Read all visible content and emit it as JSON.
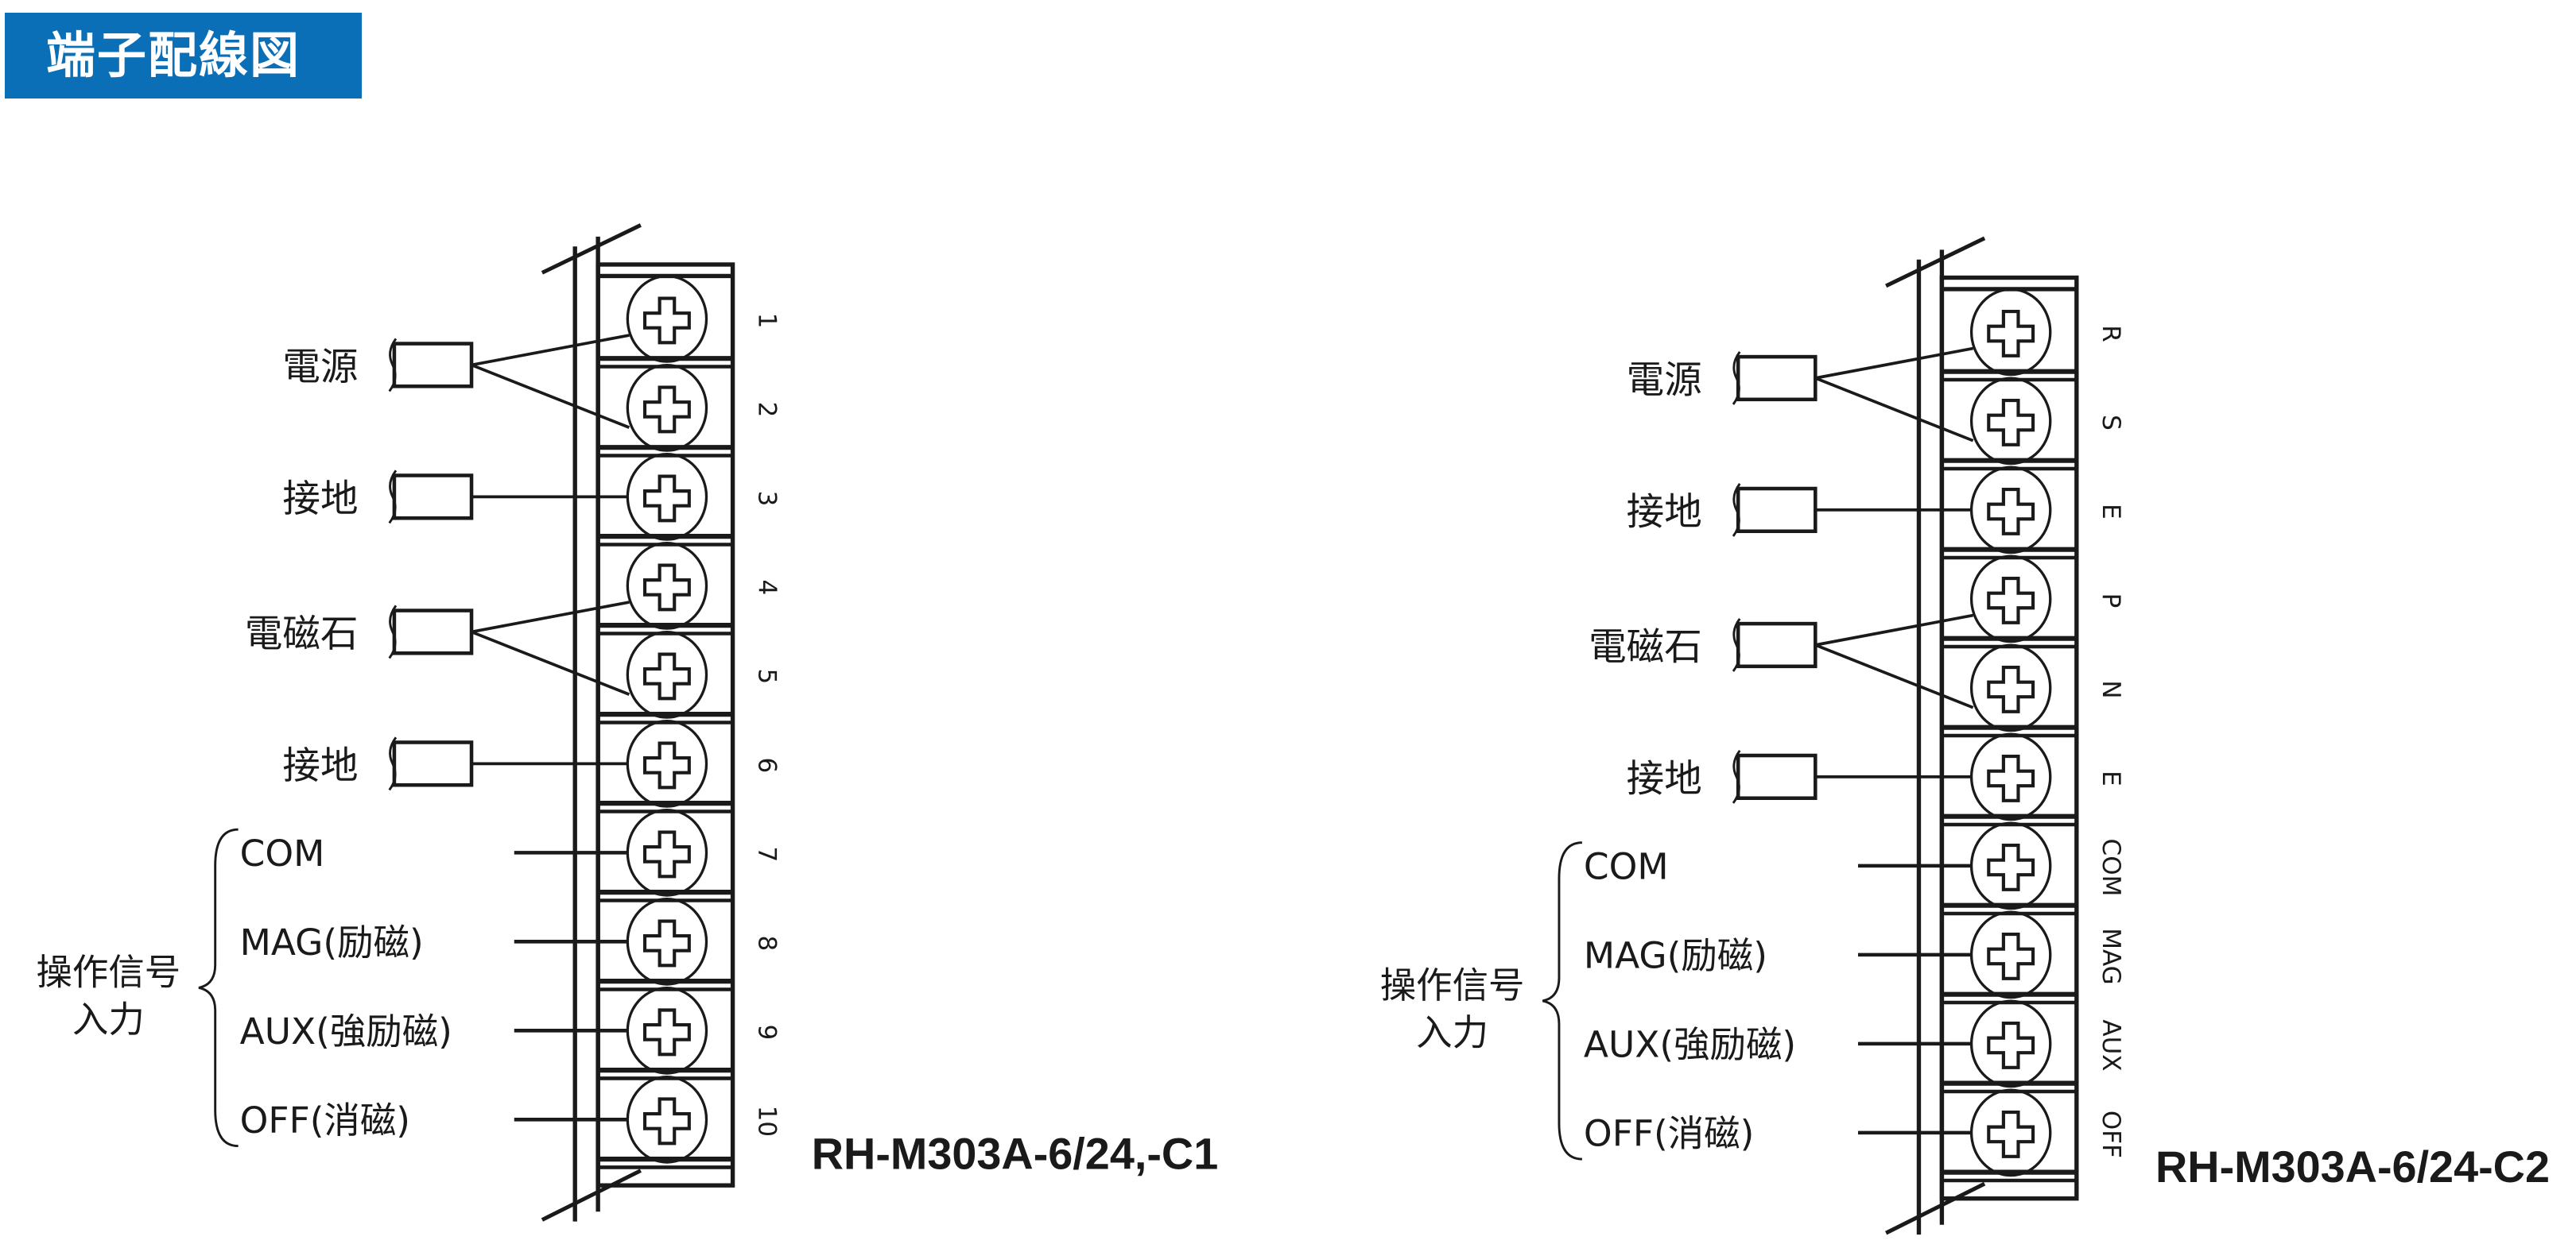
{
  "header": {
    "title": "端子配線図",
    "background": "#0b6fb8"
  },
  "diagrams": [
    {
      "model": "RH-M303A-6/24,-C1",
      "terminals": [
        "1",
        "2",
        "3",
        "4",
        "5",
        "6",
        "7",
        "8",
        "9",
        "10"
      ],
      "cables": [
        {
          "label": "電源",
          "terminals": [
            0,
            1
          ]
        },
        {
          "label": "接地",
          "terminals": [
            2
          ]
        },
        {
          "label": "電磁石",
          "terminals": [
            3,
            4
          ]
        },
        {
          "label": "接地",
          "terminals": [
            5
          ]
        }
      ],
      "signal_group": {
        "label_line1": "操作信号",
        "label_line2": "入力",
        "signals": [
          {
            "label": "COM",
            "terminal": 6
          },
          {
            "label": "MAG(励磁)",
            "terminal": 7
          },
          {
            "label": "AUX(強励磁)",
            "terminal": 8
          },
          {
            "label": "OFF(消磁)",
            "terminal": 9
          }
        ]
      }
    },
    {
      "model": "RH-M303A-6/24-C2",
      "terminals": [
        "R",
        "S",
        "E",
        "P",
        "N",
        "E",
        "COM",
        "MAG",
        "AUX",
        "OFF"
      ],
      "cables": [
        {
          "label": "電源",
          "terminals": [
            0,
            1
          ]
        },
        {
          "label": "接地",
          "terminals": [
            2
          ]
        },
        {
          "label": "電磁石",
          "terminals": [
            3,
            4
          ]
        },
        {
          "label": "接地",
          "terminals": [
            5
          ]
        }
      ],
      "signal_group": {
        "label_line1": "操作信号",
        "label_line2": "入力",
        "signals": [
          {
            "label": "COM",
            "terminal": 6
          },
          {
            "label": "MAG(励磁)",
            "terminal": 7
          },
          {
            "label": "AUX(強励磁)",
            "terminal": 8
          },
          {
            "label": "OFF(消磁)",
            "terminal": 9
          }
        ]
      }
    }
  ]
}
